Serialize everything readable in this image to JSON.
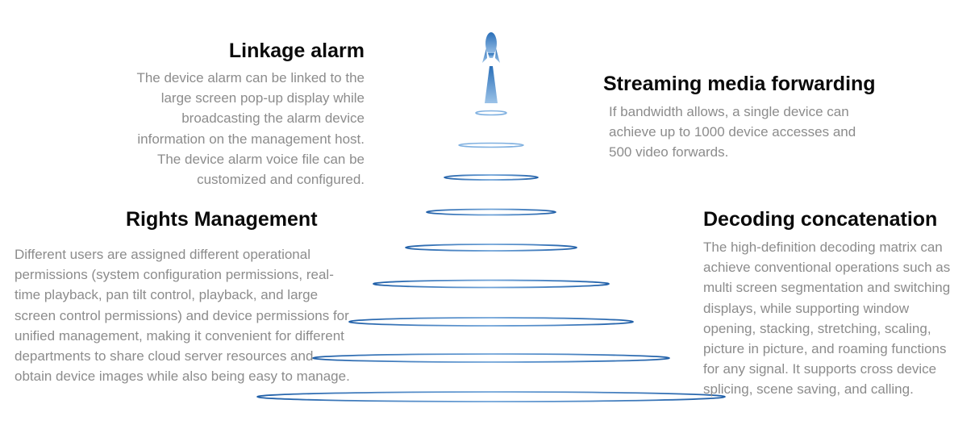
{
  "features": {
    "linkage_alarm": {
      "title": "Linkage alarm",
      "desc": "The device alarm can be linked to the large screen pop-up display while broadcasting the alarm device information on the management host. The device alarm voice file can be customized and configured."
    },
    "streaming_media": {
      "title": "Streaming media forwarding",
      "desc": "If bandwidth allows, a single device can achieve up to 1000 device accesses and 500 video forwards."
    },
    "rights_management": {
      "title": "Rights Management",
      "desc": "Different users are assigned different operational permissions (system configuration permissions, real-time playback, pan tilt control, playback, and large screen control permissions) and device permissions for unified management, making it convenient for different departments to share cloud server resources and obtain device images while also being easy to manage."
    },
    "decoding_concatenation": {
      "title": "Decoding concatenation",
      "desc": "The high-definition decoding matrix can achieve conventional operations such as multi screen segmentation and switching displays, while supporting window opening, stacking, stretching, scaling, picture in picture, and roaming functions for any signal. It supports cross device splicing, scene saving, and calling."
    }
  },
  "graphic": {
    "icon": "rocket-icon",
    "ring_color": "#1f5fa8",
    "ring_light_color": "#7fb0e0"
  }
}
